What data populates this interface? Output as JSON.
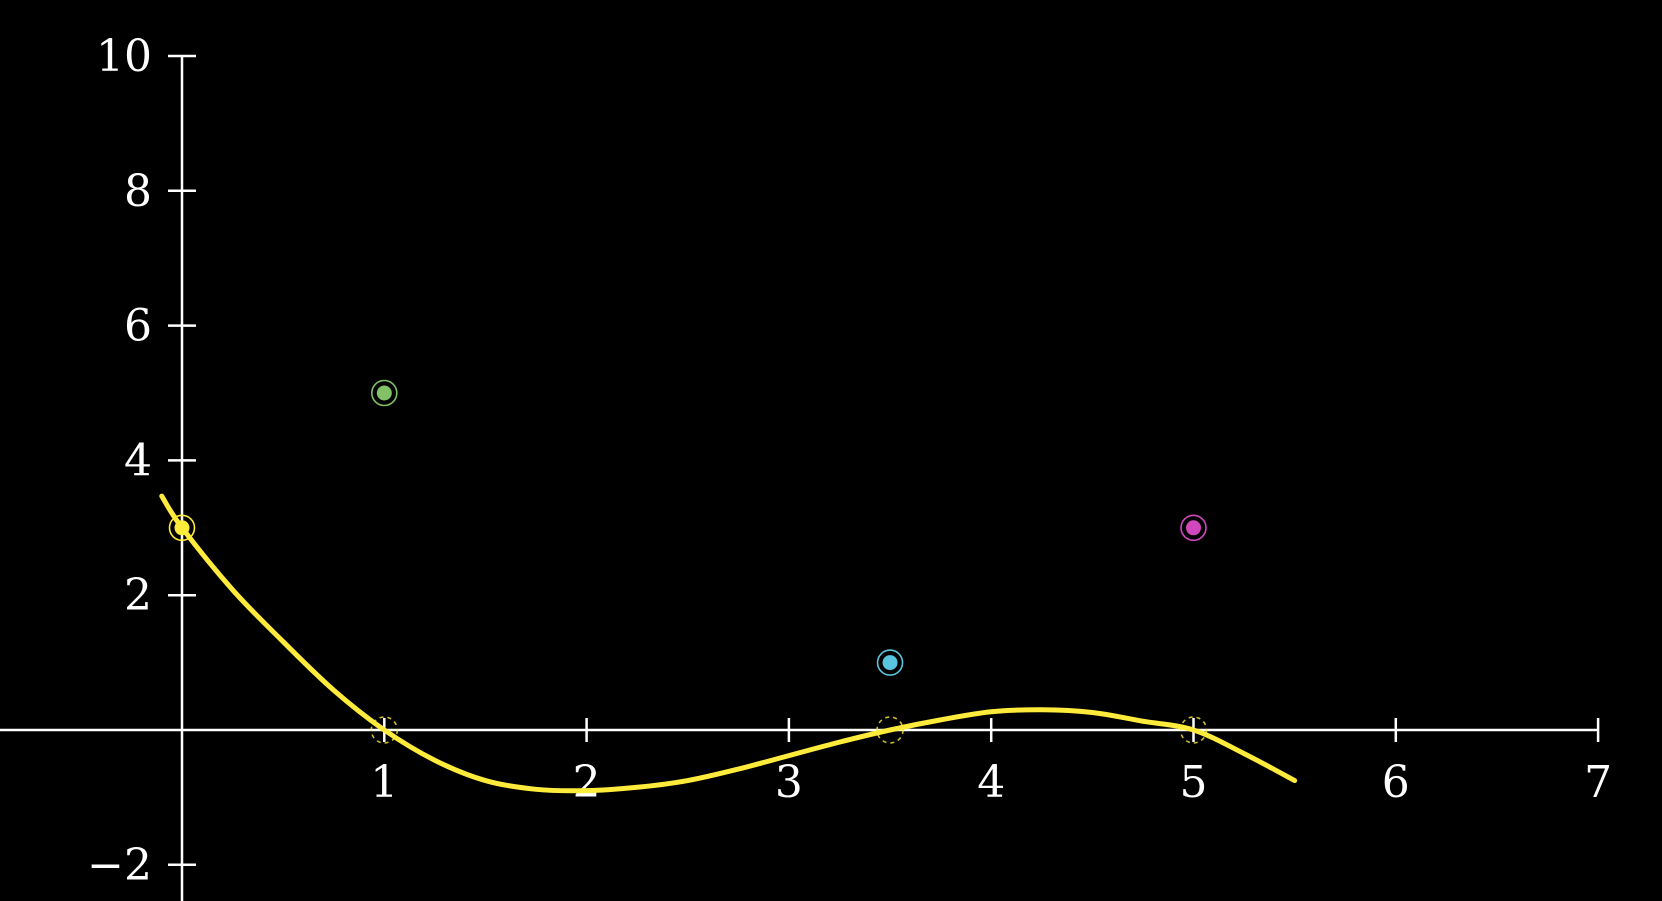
{
  "chart_data": {
    "type": "line",
    "title": "",
    "xlabel": "",
    "ylabel": "",
    "xlim": [
      -0.9,
      7.3
    ],
    "ylim": [
      -2.5,
      10.6
    ],
    "x_ticks": [
      1,
      2,
      3,
      4,
      5,
      6,
      7
    ],
    "x_tick_labels": [
      "1",
      "2",
      "3",
      "4",
      "5",
      "6",
      "7"
    ],
    "y_ticks": [
      -2,
      2,
      4,
      6,
      8,
      10
    ],
    "y_tick_labels": [
      "−2",
      "2",
      "4",
      "6",
      "8",
      "10"
    ],
    "grid": false,
    "legend": "none",
    "series": [
      {
        "type": "line",
        "color": "#ffeb3b",
        "x": [
          -0.1,
          0,
          0.25,
          0.5,
          0.75,
          1,
          1.25,
          1.5,
          1.75,
          2,
          2.25,
          2.5,
          2.75,
          3,
          3.25,
          3.5,
          3.75,
          4,
          4.25,
          4.5,
          4.75,
          5,
          5.25,
          5.5
        ],
        "y": [
          3.47,
          3.0,
          2.08,
          1.31,
          0.59,
          0.0,
          -0.45,
          -0.75,
          -0.88,
          -0.9,
          -0.85,
          -0.75,
          -0.58,
          -0.38,
          -0.18,
          0.0,
          0.15,
          0.27,
          0.3,
          0.26,
          0.13,
          0.0,
          -0.35,
          -0.75
        ]
      },
      {
        "type": "scatter",
        "name": "",
        "points": [
          {
            "x": 0,
            "y": 3,
            "color": "#ffeb3b",
            "style": "filled"
          },
          {
            "x": 1,
            "y": 5,
            "color": "#83c167",
            "style": "filled"
          },
          {
            "x": 3.5,
            "y": 1,
            "color": "#58c4dd",
            "style": "filled"
          },
          {
            "x": 5,
            "y": 3,
            "color": "#d147bd",
            "style": "filled"
          }
        ]
      },
      {
        "type": "scatter",
        "name": "",
        "points": [
          {
            "x": 1,
            "y": 0,
            "color": "#ffeb3b",
            "style": "dashed-ring"
          },
          {
            "x": 3.5,
            "y": 0,
            "color": "#ffeb3b",
            "style": "dashed-ring"
          },
          {
            "x": 5,
            "y": 0,
            "color": "#ffeb3b",
            "style": "dashed-ring"
          }
        ]
      }
    ]
  }
}
